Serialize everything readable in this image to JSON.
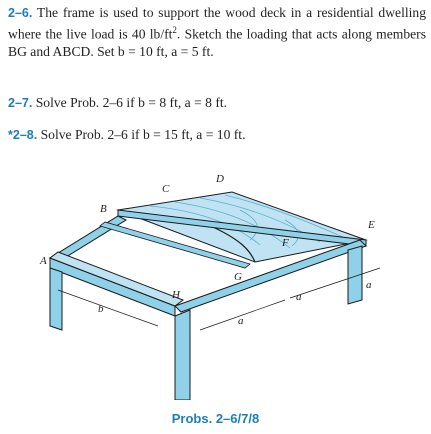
{
  "problems": [
    {
      "number": "2–6.",
      "text_a": "The frame is used to support the wood deck in a residential dwelling where the live load is 40 lb/ft",
      "sup": "2",
      "text_b": ". Sketch the loading that acts along members BG and ABCD. Set b = 10 ft, a = 5 ft."
    },
    {
      "number": "2–7.",
      "text": "Solve Prob. 2–6 if b = 8 ft, a = 8 ft."
    },
    {
      "number": "*2–8.",
      "text": "Solve Prob. 2–6 if b = 15 ft, a = 10 ft."
    }
  ],
  "figure": {
    "labels": {
      "A": "A",
      "B": "B",
      "C": "C",
      "D": "D",
      "E": "E",
      "F": "F",
      "G": "G",
      "H": "H",
      "a": "a",
      "b": "b"
    },
    "colors": {
      "beam": "#8fd1e8",
      "beam_dark": "#4aa9cc",
      "outline": "#1a1a1a",
      "deck": "#bfe3f2"
    }
  },
  "caption": "Probs. 2–6/7/8"
}
